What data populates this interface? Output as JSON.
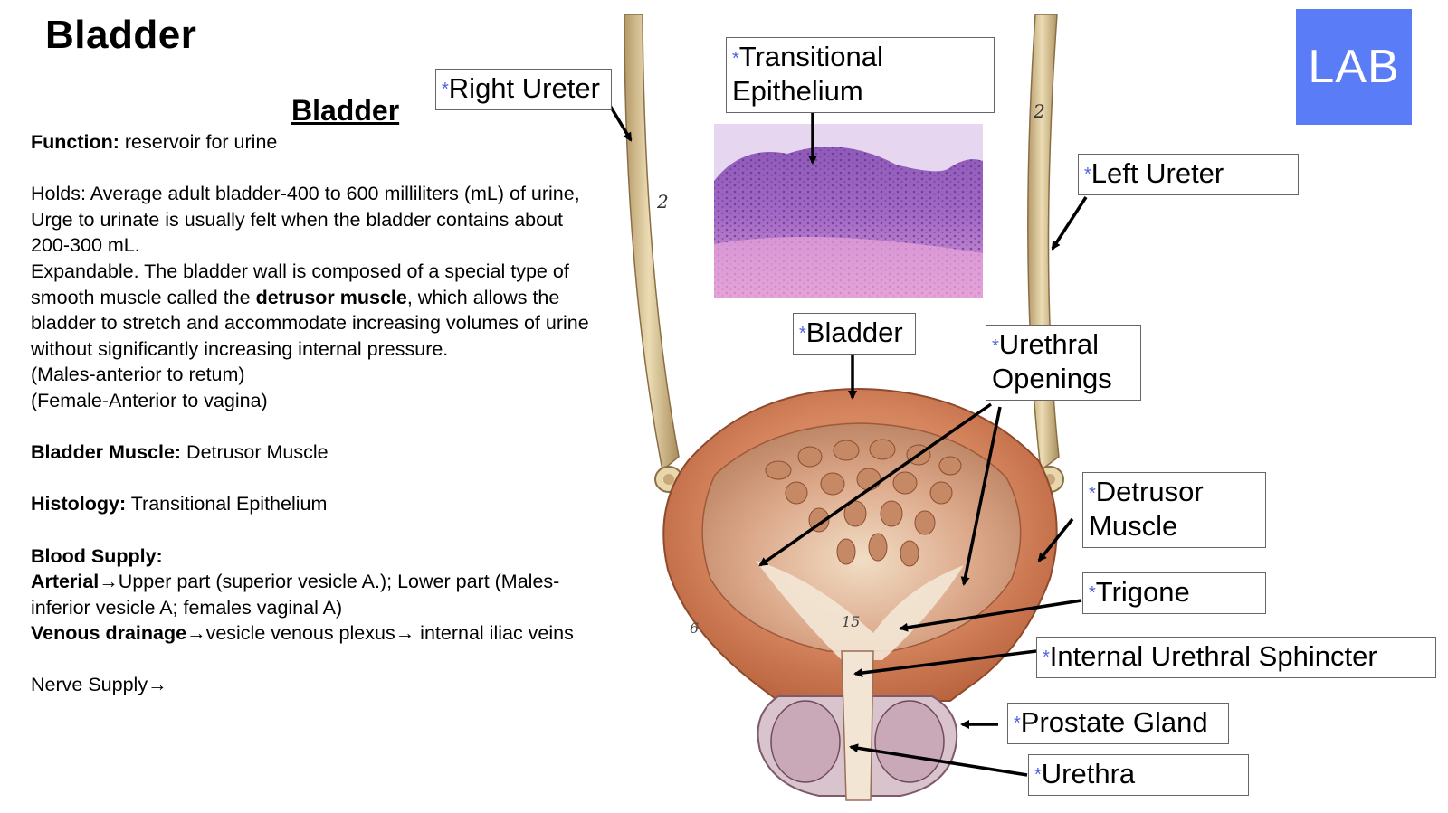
{
  "page": {
    "title": "Bladder",
    "subtitle": "Bladder",
    "logo": "LAB",
    "accent_color": "#5a7cf7"
  },
  "text": {
    "function_label": "Function:",
    "function_value": " reservoir for urine",
    "holds_line1": "Holds: Average adult bladder-400 to 600 milliliters (mL) of urine,",
    "holds_line2": "Urge to urinate is usually felt when the bladder contains about",
    "holds_line3": "200-300 mL.",
    "expand_line1": "Expandable. The bladder wall is composed of a special type of",
    "expand_line2a": "smooth muscle called the ",
    "expand_line2b": "detrusor muscle",
    "expand_line2c": ", which allows the",
    "expand_line3": "bladder to stretch and accommodate increasing volumes of urine",
    "expand_line4": "without significantly increasing internal pressure.",
    "males_line": "(Males-anterior to retum)",
    "female_line": "(Female-Anterior to vagina)",
    "muscle_label": "Bladder Muscle:",
    "muscle_value": " Detrusor Muscle",
    "histology_label": "Histology:",
    "histology_value": " Transitional Epithelium",
    "blood_label": "Blood Supply:",
    "arterial_label": "Arterial",
    "arterial_value": "→Upper part (superior vesicle A.); Lower part (Males-",
    "arterial_value2": "inferior vesicle A; females vaginal A)",
    "venous_label": "Venous drainage",
    "venous_value": "→vesicle venous plexus→ internal iliac veins",
    "nerve_line": "Nerve Supply→"
  },
  "labels": {
    "star": "*",
    "right_ureter": "Right Ureter",
    "transitional_1": "Transitional",
    "transitional_2": "Epithelium",
    "left_ureter": "Left Ureter",
    "bladder": "Bladder",
    "urethral_1": "Urethral",
    "urethral_2": "Openings",
    "detrusor_1": "Detrusor",
    "detrusor_2": "Muscle",
    "trigone": "Trigone",
    "internal_sphincter": "Internal Urethral Sphincter",
    "prostate": "Prostate Gland",
    "urethra": "Urethra"
  },
  "diagram_marks": {
    "ureter_number_left": "2",
    "ureter_number_right": "2",
    "trigone_number": "15",
    "wall_number": "6"
  }
}
